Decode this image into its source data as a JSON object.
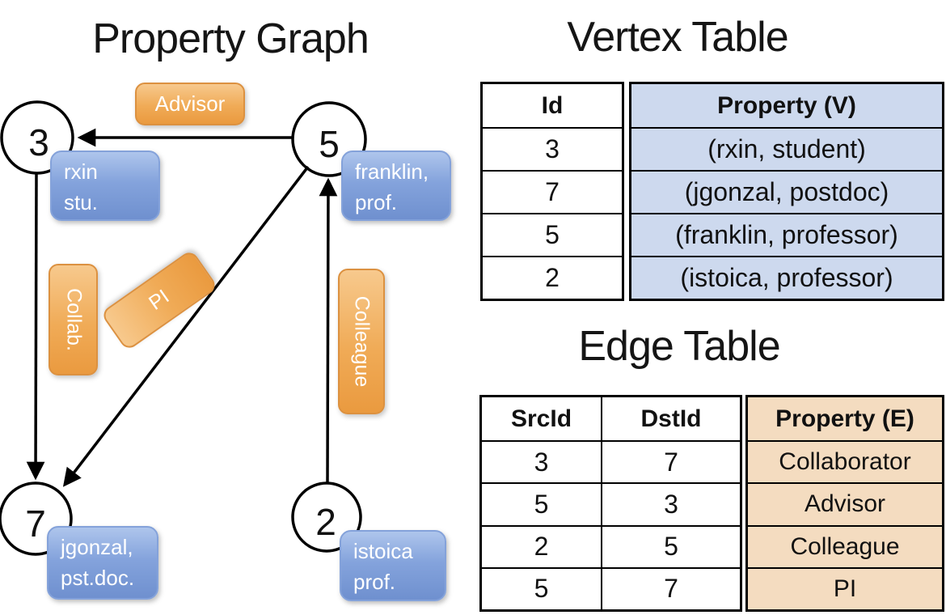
{
  "titles": {
    "graph": "Property Graph",
    "vertex_table": "Vertex Table",
    "edge_table": "Edge Table"
  },
  "graph": {
    "nodes": [
      {
        "id": "3",
        "property_lines": [
          "rxin",
          "stu."
        ]
      },
      {
        "id": "5",
        "property_lines": [
          "franklin,",
          "prof."
        ]
      },
      {
        "id": "7",
        "property_lines": [
          "jgonzal,",
          "pst.doc."
        ]
      },
      {
        "id": "2",
        "property_lines": [
          "istoica",
          "prof."
        ]
      }
    ],
    "edge_labels": {
      "advisor": "Advisor",
      "collab": "Collab.",
      "pi": "PI",
      "colleague": "Colleague"
    },
    "edges": [
      {
        "src": "5",
        "dst": "3",
        "label": "Advisor"
      },
      {
        "src": "3",
        "dst": "7",
        "label": "Collab."
      },
      {
        "src": "5",
        "dst": "7",
        "label": "PI"
      },
      {
        "src": "2",
        "dst": "5",
        "label": "Colleague"
      }
    ]
  },
  "vertex_table": {
    "headers": {
      "id": "Id",
      "property": "Property (V)"
    },
    "rows": [
      {
        "id": "3",
        "property": "(rxin, student)"
      },
      {
        "id": "7",
        "property": "(jgonzal, postdoc)"
      },
      {
        "id": "5",
        "property": "(franklin, professor)"
      },
      {
        "id": "2",
        "property": "(istoica, professor)"
      }
    ]
  },
  "edge_table": {
    "headers": {
      "src": "SrcId",
      "dst": "DstId",
      "property": "Property (E)"
    },
    "rows": [
      {
        "src": "3",
        "dst": "7",
        "property": "Collaborator"
      },
      {
        "src": "5",
        "dst": "3",
        "property": "Advisor"
      },
      {
        "src": "2",
        "dst": "5",
        "property": "Colleague"
      },
      {
        "src": "5",
        "dst": "7",
        "property": "PI"
      }
    ]
  },
  "colors": {
    "line": "#000000",
    "node_fill": "#ffffff",
    "blue_box_top": "#aec5ec",
    "blue_box_bottom": "#6f90cf",
    "orange_box_top": "#f7c98d",
    "orange_box_bottom": "#ea9a3f",
    "vertex_property_fill": "#cdd9ee",
    "edge_property_fill": "#f4dcc0",
    "text_on_boxes": "#ffffff"
  }
}
